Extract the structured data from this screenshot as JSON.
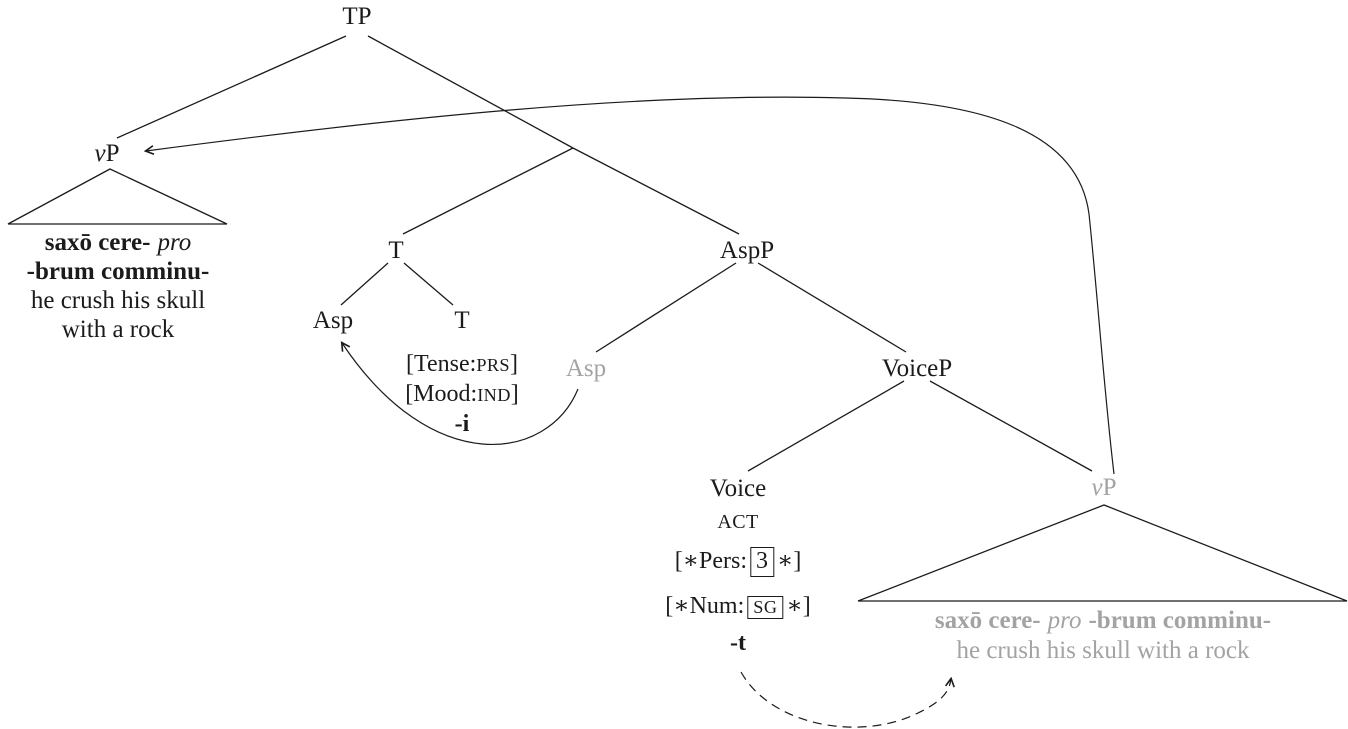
{
  "figure": "syntax-tree-with-head-movement",
  "colors": {
    "ink": "#1b1b1b",
    "faded_gray": "#a3a3a3",
    "background": "#ffffff"
  },
  "tree": {
    "tp": "TP",
    "vp_left": {
      "head": "v",
      "rest": "P"
    },
    "t_phrase": "T",
    "asp_landed": "Asp",
    "t_head": "T",
    "t_features": {
      "tense_pre": "[Tense:",
      "tense_sc": "PRS",
      "tense_post": "]",
      "mood_pre": "[Mood:",
      "mood_sc": "IND",
      "mood_post": "]",
      "affix": "-i"
    },
    "aspp": "AspP",
    "asp_trace": "Asp",
    "voicep": "VoiceP",
    "voice": "Voice",
    "voice_features": {
      "voice_sc": "ACT",
      "pers_pre": "[∗Pers:",
      "pers_boxed": "3",
      "pers_post": "∗]",
      "num_pre": "[∗Num:",
      "num_boxed": "SG",
      "num_post": "∗]",
      "affix": "-t"
    },
    "vp_trace": {
      "head": "v",
      "rest": "P"
    },
    "vp_left_yield": {
      "line1_bold": "saxō cere-",
      "line1_italic": "pro",
      "line2_bold": "-brum comminu-",
      "line3": "he crush his skull",
      "line4": "with a rock"
    },
    "vp_trace_yield": {
      "line1_bold_a": "saxō cere-",
      "line1_italic": "pro",
      "line1_bold_b": "-brum comminu-",
      "line2": "he crush his skull with a rock"
    }
  }
}
